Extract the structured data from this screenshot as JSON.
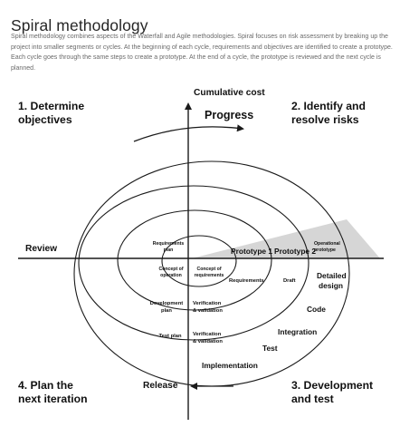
{
  "page": {
    "title": "Spiral methodology",
    "description": "Spiral methodology combines aspects of the Waterfall and Agile methodologies. Spiral focuses on risk assessment by breaking up the project into smaller segments or cycles. At the beginning of each cycle, requirements and objectives are identified to create a prototype. Each cycle goes through the same steps to create a prototype. At the end of a cycle, the prototype is reviewed and the next cycle is planned."
  },
  "diagram": {
    "cumulative_cost": "Cumulative cost",
    "progress": "Progress",
    "quadrants": {
      "q1_line1": "1. Determine",
      "q1_line2": "objectives",
      "q2_line1": "2. Identify and",
      "q2_line2": "resolve risks",
      "q3_line1": "3. Development",
      "q3_line2": "and test",
      "q4_line1": "4. Plan the",
      "q4_line2": "next iteration"
    },
    "review": "Review",
    "release": "Release",
    "labels": {
      "requirements_plan_1": "Requirements",
      "requirements_plan_2": "plan",
      "concept_operation_1": "Concept of",
      "concept_operation_2": "operation",
      "concept_requirements_1": "Concept of",
      "concept_requirements_2": "requirements",
      "prototype_1": "Prototype 1",
      "prototype_2": "Prototype 2",
      "operational_prototype_1": "Operational",
      "operational_prototype_2": "prototype",
      "requirements": "Requirements",
      "draft": "Draft",
      "detailed_design_1": "Detailed",
      "detailed_design_2": "design",
      "code": "Code",
      "integration": "Integration",
      "test": "Test",
      "implementation": "Implementation",
      "development_plan_1": "Development",
      "development_plan_2": "plan",
      "verification_validation_a1": "Verification",
      "verification_validation_a2": "& validation",
      "test_plan": "Test plan",
      "verification_validation_b1": "Verification",
      "verification_validation_b2": "& validation"
    }
  },
  "colors": {
    "title": "#262626",
    "description": "#6a6a6a",
    "lines": "#1a1a1a",
    "risk_wedge": "#d6d6d6"
  }
}
